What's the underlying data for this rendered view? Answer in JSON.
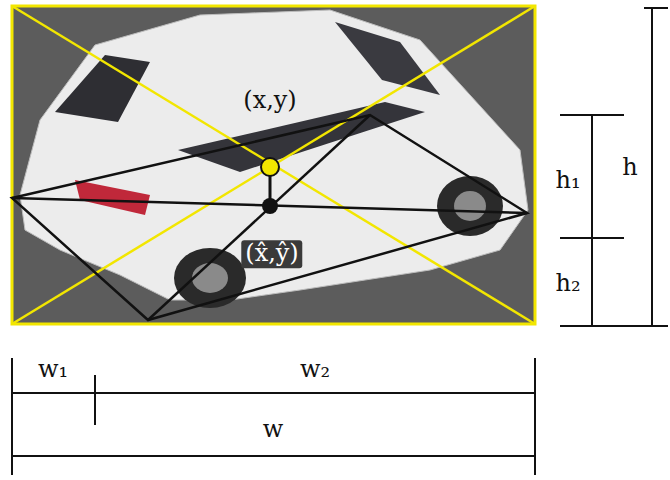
{
  "diagram": {
    "labels": [
      "(x,y)",
      "(x̂,ŷ)",
      "h₁",
      "h",
      "h₂",
      "w₁",
      "w₂",
      "w"
    ]
  }
}
